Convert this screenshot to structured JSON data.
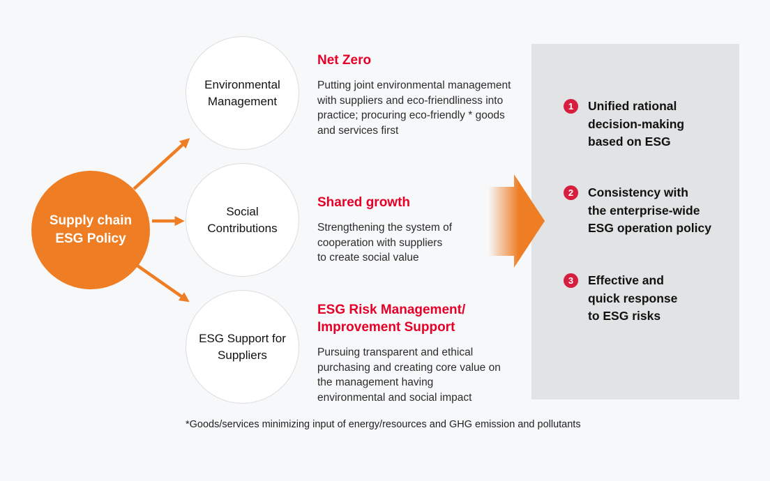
{
  "colors": {
    "background": "#F7F8FA",
    "orange": "#EE7D23",
    "heading_red": "#E60028",
    "badge_red": "#D81E3F",
    "panel_gray": "#E1E3E4",
    "circle_border": "#DBDCDD",
    "circle_text": "#111111",
    "body_text": "#2B2B2B"
  },
  "diagram": {
    "source_label": "Supply chain\nESG Policy",
    "pillars": [
      {
        "circle_label": "Environmental\nManagement",
        "heading": "Net Zero",
        "description": "Putting joint environmental management\nwith suppliers and eco-friendliness into\npractice; procuring eco-friendly * goods\nand services first"
      },
      {
        "circle_label": "Social\nContributions",
        "heading": "Shared growth",
        "description": "Strengthening the system of\ncooperation with suppliers\nto create social value"
      },
      {
        "circle_label": "ESG Support for\nSuppliers",
        "heading": "ESG Risk Management/\nImprovement Support",
        "description": "Pursuing transparent and ethical\npurchasing and creating core value on\nthe management having\nenvironmental and social impact"
      }
    ],
    "benefits": [
      {
        "number": "1",
        "text": "Unified rational\ndecision-making\nbased on ESG"
      },
      {
        "number": "2",
        "text": "Consistency with\nthe enterprise-wide\nESG operation policy"
      },
      {
        "number": "3",
        "text": "Effective and\nquick response\nto ESG risks"
      }
    ],
    "footnote": "*Goods/services minimizing input of energy/resources and GHG emission and pollutants"
  }
}
